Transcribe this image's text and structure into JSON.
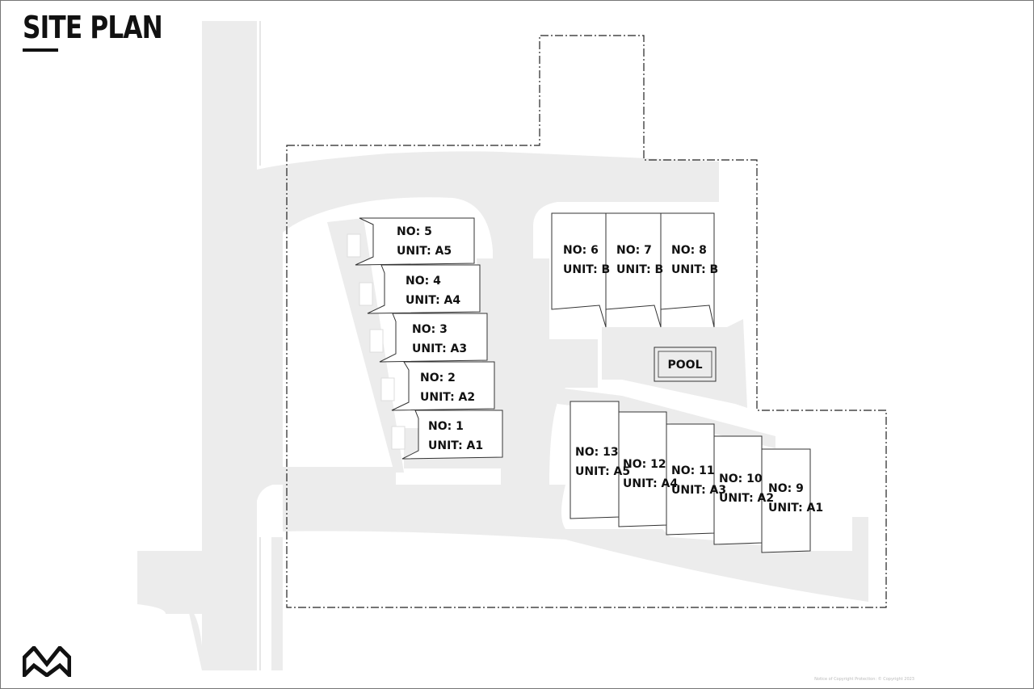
{
  "title": "SITE PLAN",
  "pool_label": "POOL",
  "copyright": "Notice of Copyright Protection: © Copyright 2023",
  "units": [
    {
      "no": "1",
      "type": "A1"
    },
    {
      "no": "2",
      "type": "A2"
    },
    {
      "no": "3",
      "type": "A3"
    },
    {
      "no": "4",
      "type": "A4"
    },
    {
      "no": "5",
      "type": "A5"
    },
    {
      "no": "6",
      "type": "B"
    },
    {
      "no": "7",
      "type": "B"
    },
    {
      "no": "8",
      "type": "B"
    },
    {
      "no": "9",
      "type": "A1"
    },
    {
      "no": "10",
      "type": "A2"
    },
    {
      "no": "11",
      "type": "A3"
    },
    {
      "no": "12",
      "type": "A4"
    },
    {
      "no": "13",
      "type": "A5"
    }
  ],
  "labels": {
    "no_prefix": "NO:",
    "unit_prefix": "UNIT:"
  },
  "colors": {
    "paving": "#ececec",
    "outline": "#333333",
    "boundary": "#222222"
  }
}
